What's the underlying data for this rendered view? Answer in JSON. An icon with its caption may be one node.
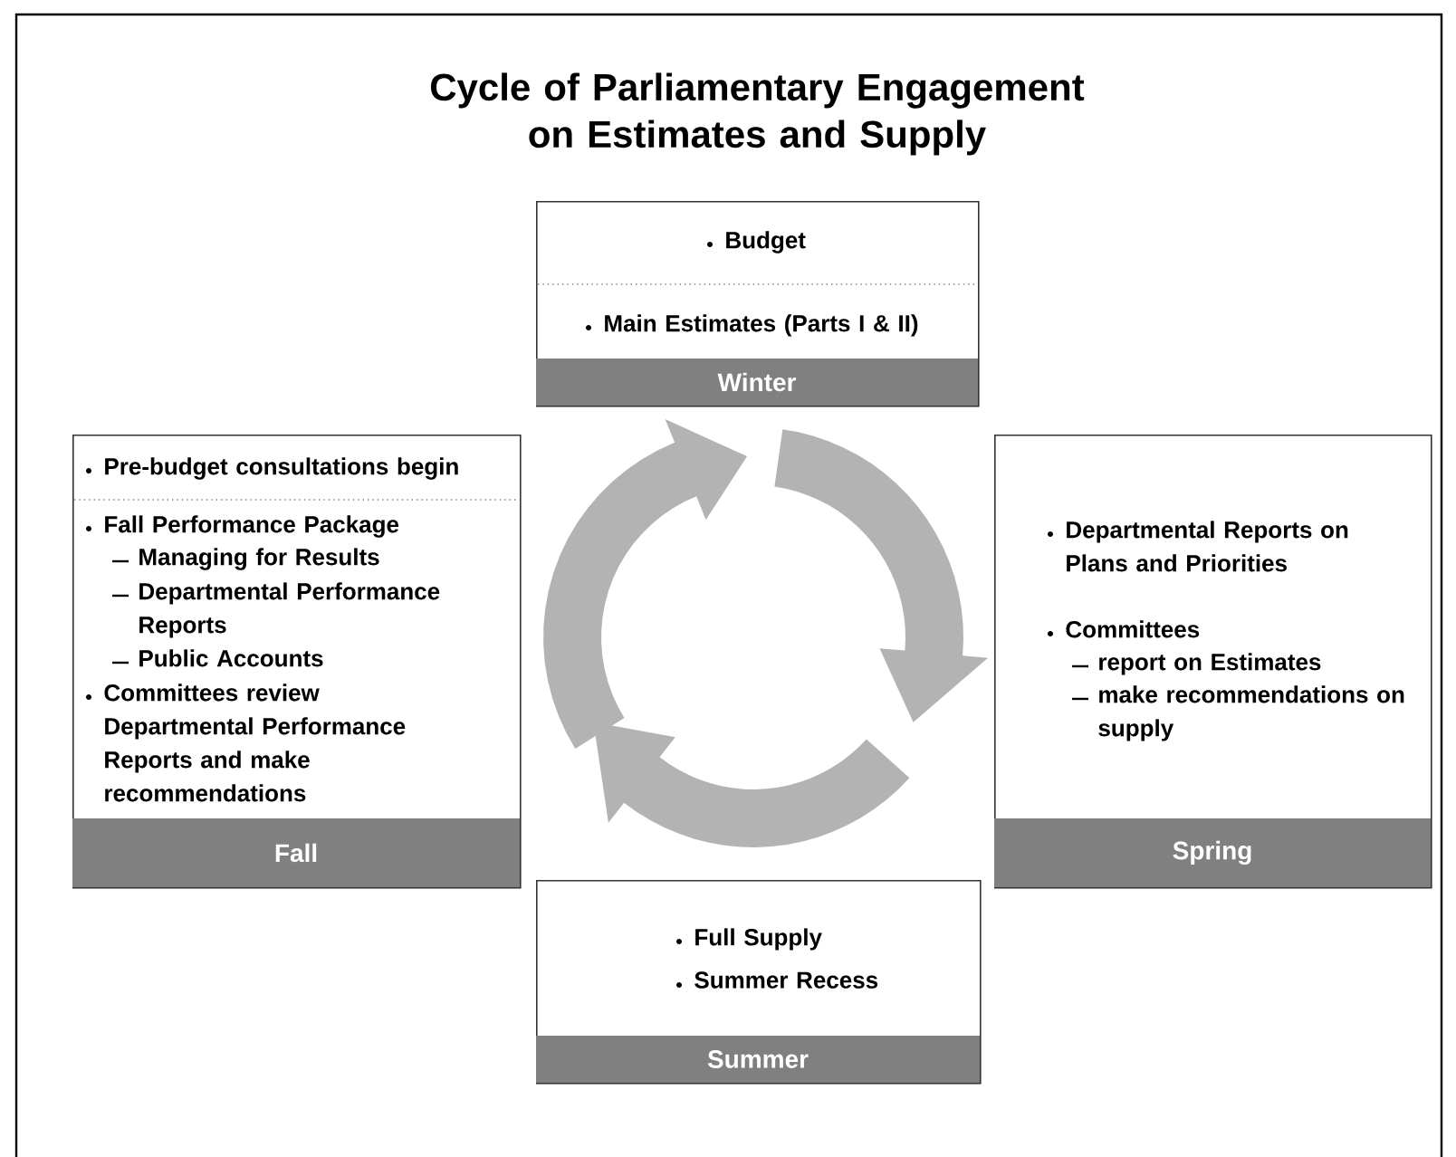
{
  "diagram": {
    "title": "Cycle of Parliamentary Engagement on Estimates and Supply",
    "nodes": [
      {
        "text": [
          "Budget",
          "Main Estimates (Parts I & II)",
          "Winter"
        ]
      },
      {
        "text": [
          "Pre-budget consultations begin",
          "Fall Performance Package",
          "Managing for Results",
          "Departmental Performance Reports",
          "Public Accounts",
          "Committees review Departmental Performance Reports and make recommendations",
          "Fall"
        ]
      },
      {
        "text": [
          "Departmental Reports on Plans and Priorities",
          "Committees",
          "report on Estimates",
          "make recommendations on supply",
          "Spring"
        ]
      },
      {
        "text": [
          "Full Supply",
          "Summer Recess",
          "Summer"
        ]
      }
    ]
  }
}
